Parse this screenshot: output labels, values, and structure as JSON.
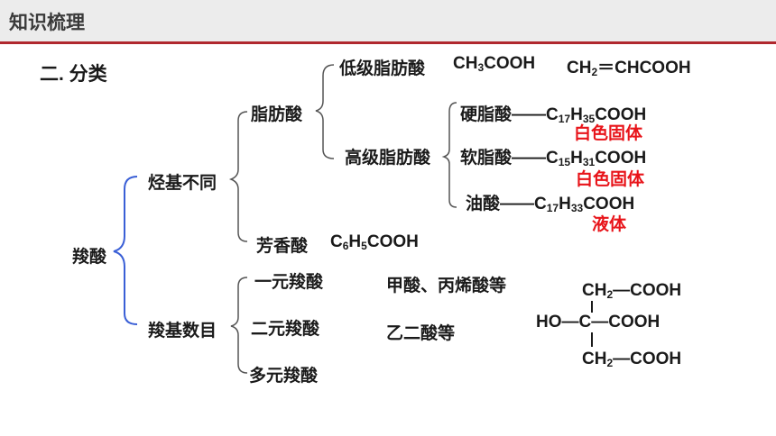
{
  "header": {
    "title": "知识梳理"
  },
  "section": {
    "title": "二. 分类"
  },
  "root": "羧酸",
  "branch_hydrocarbon": {
    "label": "烃基不同",
    "fatty": {
      "label": "脂肪酸",
      "lower": {
        "label": "低级脂肪酸",
        "examples": [
          "CH3COOH",
          "CH2＝CHCOOH"
        ]
      },
      "higher": {
        "label": "高级脂肪酸",
        "items": [
          {
            "name": "硬脂酸",
            "formula": "C17H35COOH",
            "state": "白色固体"
          },
          {
            "name": "软脂酸",
            "formula": "C15H31COOH",
            "state": "白色固体"
          },
          {
            "name": "油酸",
            "formula": "C17H33COOH",
            "state": "液体"
          }
        ]
      }
    },
    "aromatic": {
      "label": "芳香酸",
      "example": "C6H5COOH"
    }
  },
  "branch_carboxyl": {
    "label": "羧基数目",
    "items": [
      {
        "label": "一元羧酸",
        "example": "甲酸、丙烯酸等"
      },
      {
        "label": "二元羧酸",
        "example": "乙二酸等"
      },
      {
        "label": "多元羧酸",
        "example": ""
      }
    ]
  },
  "citric_acid": {
    "top": "CH2—COOH",
    "middle_left": "HO—C—COOH",
    "bottom": "CH2—COOH"
  },
  "colors": {
    "accent": "#b0282e",
    "bracket_blue": "#3a5fd6",
    "highlight": "#e8141a"
  }
}
